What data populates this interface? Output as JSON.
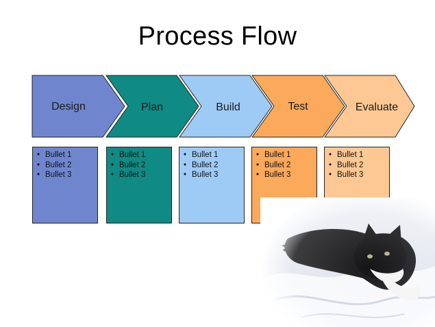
{
  "slide": {
    "title": "Process Flow"
  },
  "steps": [
    {
      "label": "Design",
      "color": "#6f86cf",
      "bullets": [
        "Bullet 1",
        "Bullet 2",
        "Bullet 3"
      ]
    },
    {
      "label": "Plan",
      "color": "#0f8a84",
      "bullets": [
        "Bullet 1",
        "Bullet 2",
        "Bullet 3"
      ]
    },
    {
      "label": "Build",
      "color": "#9ecbf6",
      "bullets": [
        "Bullet 1",
        "Bullet 2",
        "Bullet 3"
      ]
    },
    {
      "label": "Test",
      "color": "#fba95a",
      "bullets": [
        "Bullet 1",
        "Bullet 2",
        "Bullet 3"
      ]
    },
    {
      "label": "Evaluate",
      "color": "#fdc893",
      "bullets": [
        "Bullet 1",
        "Bullet 2",
        "Bullet 3"
      ]
    }
  ]
}
